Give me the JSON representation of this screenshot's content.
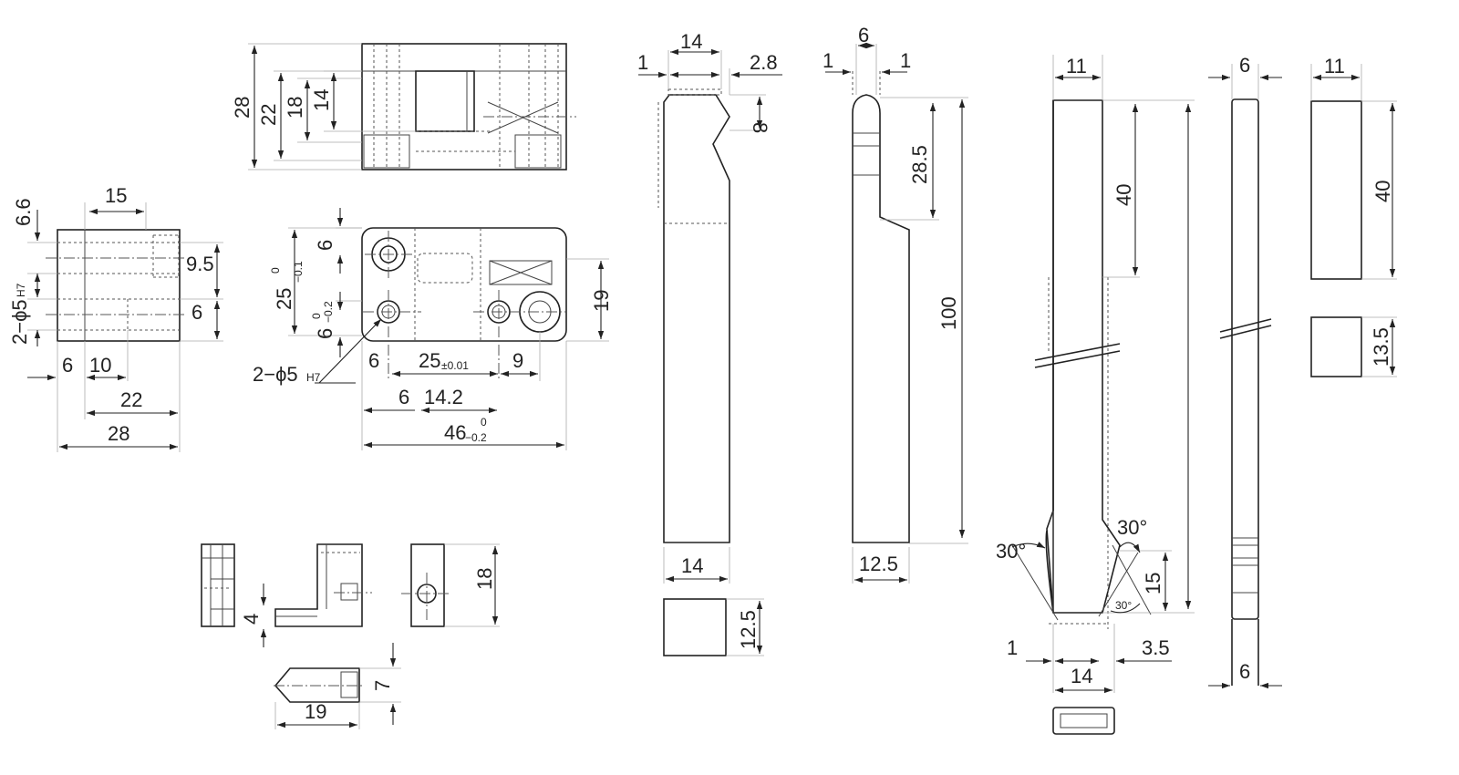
{
  "dims": {
    "a_15": "15",
    "a_6_6": "6.6",
    "a_9_5": "9.5",
    "a_6": "6",
    "a_holes": "2−ϕ5",
    "a_holes_tol": "H7",
    "a_6b": "6",
    "a_10": "10",
    "a_22": "22",
    "a_28": "28",
    "b_28": "28",
    "b_22": "22",
    "b_18": "18",
    "b_14": "14",
    "c_6": "6",
    "c_25": "25",
    "c_25_tol": "−0.1",
    "c_25_up": "0",
    "c_6b": "6",
    "c_6b_tol": "−0.2",
    "c_6b_up": "0",
    "c_19": "19",
    "c_holes": "2−ϕ5",
    "c_holes_tol": "H7",
    "c_6c": "6",
    "c_25b": "25",
    "c_25b_tol": "±0.01",
    "c_9": "9",
    "c_6d": "6",
    "c_14_2": "14.2",
    "c_46": "46",
    "c_46_tol": "−0.2",
    "c_46_up": "0",
    "e_4": "4",
    "e_18": "18",
    "e_7": "7",
    "e_19": "19",
    "f_14": "14",
    "f_1": "1",
    "f_2_8": "2.8",
    "f_8": "8",
    "f_14b": "14",
    "f_12_5": "12.5",
    "g_6": "6",
    "g_1": "1",
    "g_1b": "1",
    "g_28_5": "28.5",
    "g_100": "100",
    "g_12_5": "12.5",
    "h_11": "11",
    "h_40": "40",
    "h_30a": "30°",
    "h_30b": "30°",
    "h_30c": "30°",
    "h_15": "15",
    "h_1": "1",
    "h_3_5": "3.5",
    "h_14": "14",
    "i_6": "6",
    "i_6b": "6",
    "j_11": "11",
    "j_40": "40",
    "j_13_5": "13.5"
  }
}
